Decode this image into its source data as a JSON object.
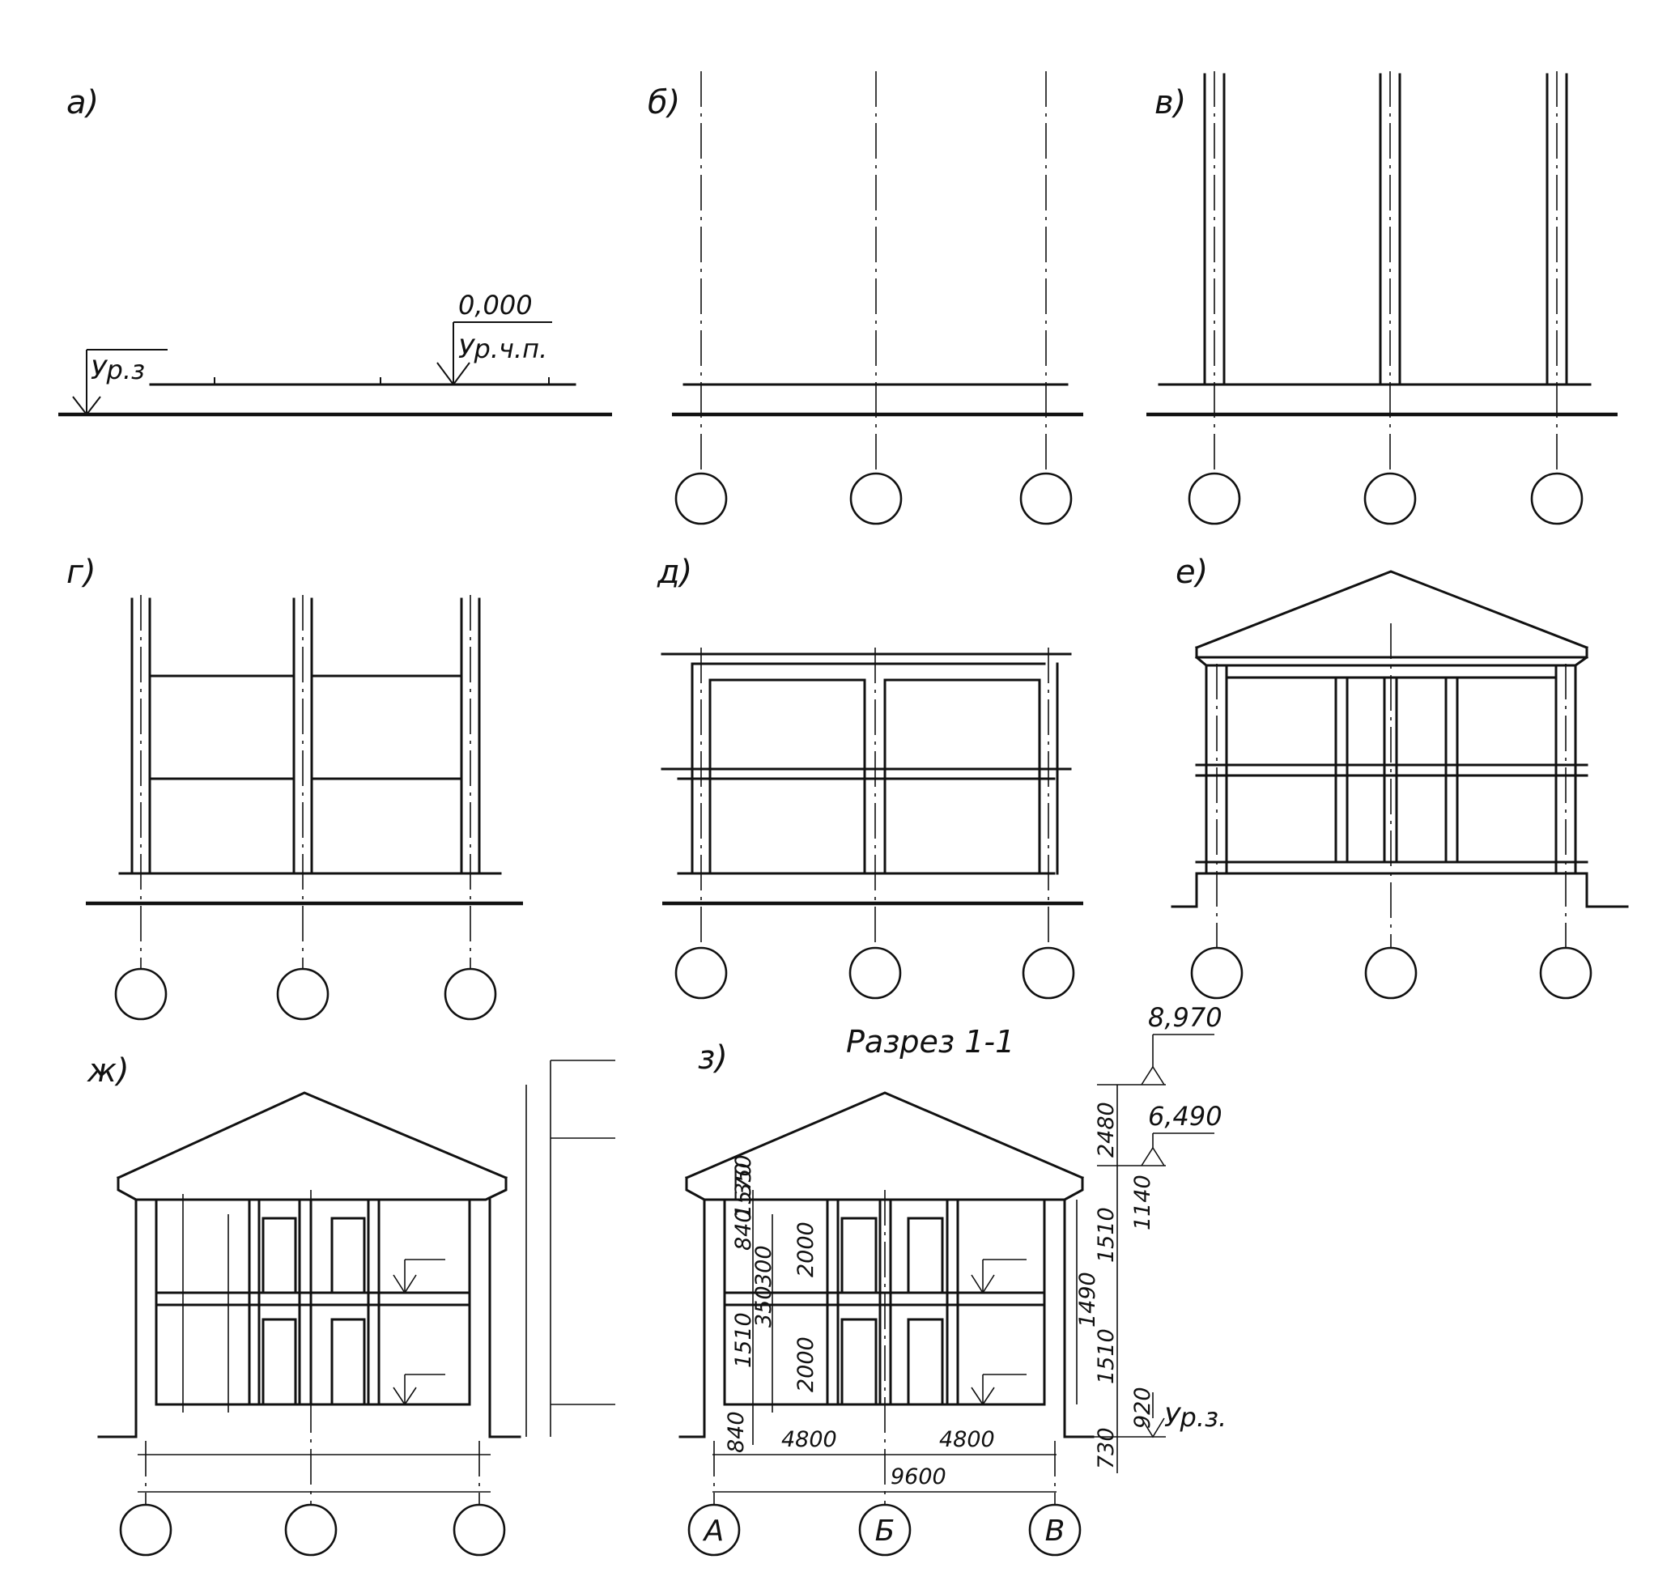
{
  "panels": [
    {
      "id": "a",
      "label": "а)"
    },
    {
      "id": "b",
      "label": "б)"
    },
    {
      "id": "v",
      "label": "в)"
    },
    {
      "id": "g",
      "label": "г)"
    },
    {
      "id": "d",
      "label": "д)"
    },
    {
      "id": "e",
      "label": "е)"
    },
    {
      "id": "zh",
      "label": "ж)"
    },
    {
      "id": "z",
      "label": "з)"
    }
  ],
  "panel_a": {
    "ground_level": "Ур.з",
    "floor_mark": "0,000",
    "floor_level": "Ур.ч.п."
  },
  "panel_z": {
    "title": "Разрез  1-1",
    "elevations": {
      "ridge": "8,970",
      "eaves": "6,490",
      "ground": "Ур.з."
    },
    "dims_left": [
      "350",
      "840",
      "1570",
      "300",
      "2000",
      "350",
      "1510",
      "2000",
      "840"
    ],
    "dims_right": [
      "2480",
      "1140",
      "1510",
      "1490",
      "1510",
      "920",
      "730"
    ],
    "dims_bottom": [
      "4800",
      "4800",
      "9600"
    ],
    "axes": [
      "А",
      "Б",
      "В"
    ]
  }
}
